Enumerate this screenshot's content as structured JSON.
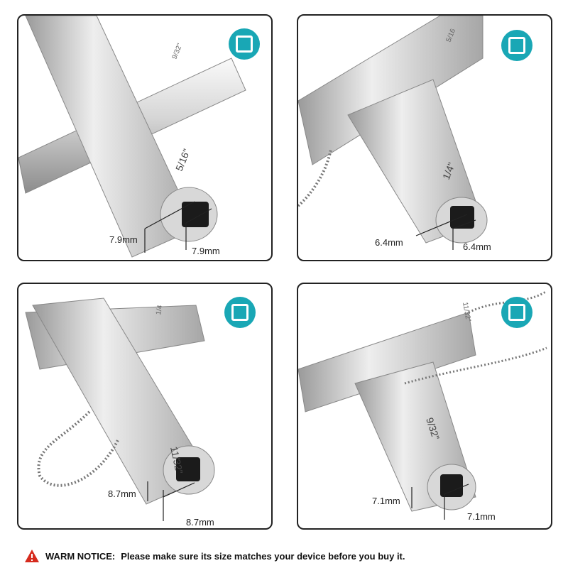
{
  "panels": [
    {
      "size_label": "5/16\"",
      "back_label": "9/32\"",
      "dim_a": "7.9mm",
      "dim_b": "7.9mm"
    },
    {
      "size_label": "1/4\"",
      "back_label": "5/16",
      "dim_a": "6.4mm",
      "dim_b": "6.4mm"
    },
    {
      "size_label": "11/32\"",
      "back_label": "1/4",
      "dim_a": "8.7mm",
      "dim_b": "8.7mm"
    },
    {
      "size_label": "9/32\"",
      "back_label": "11/32\"",
      "dim_a": "7.1mm",
      "dim_b": "7.1mm"
    }
  ],
  "badge_icon": "square-socket-icon",
  "accent_color": "#19a7b5",
  "notice": {
    "icon": "warning-triangle-icon",
    "title": "WARM NOTICE:",
    "text": "Please make sure its size matches your device before you buy it."
  }
}
